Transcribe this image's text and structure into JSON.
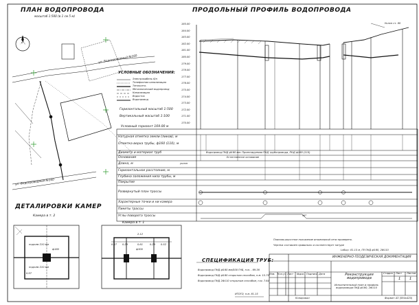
{
  "titles": {
    "plan": "ПЛАН ВОДОПРОВОДА",
    "plan_scale": "масштаб 1:500 (в 1 см 5 м)",
    "profile": "ПРОДОЛЬНЫЙ ПРОФИЛЬ ВОДОПРОВОДА",
    "details": "ДЕТАЛИРОВКИ КАМЕР",
    "spec": "СПЕЦИФИКАЦИЯ ТРУБ:"
  },
  "north": "N",
  "legend": {
    "heading": "УСЛОВНЫЕ ОБОЗНАЧЕНИЯ:",
    "items": [
      "Электрокабель 6/н",
      "Телефонная канализация",
      "Теплосеть",
      "Металлический водопровод",
      "Канализация",
      "Водосток",
      "Водопровод"
    ],
    "h_scale": "Горизонтальный масштаб 1:500",
    "v_scale": "Вертикальный масштаб 1:100",
    "horizon": "Условный горизонт 169.00 м"
  },
  "plan_labels": {
    "street_top": "ул. Водопроводный №160",
    "street_bottom": "ул. Водопроводный №160"
  },
  "profile": {
    "elev_ticks": [
      "185.00",
      "184.00",
      "183.00",
      "182.00",
      "181.00",
      "180.00",
      "179.00",
      "178.00",
      "177.00",
      "176.00",
      "175.00",
      "174.00",
      "173.00",
      "172.00",
      "171.00",
      "170.00"
    ],
    "rows": [
      "Натурная отметка земли (ликов), м",
      "Отметка верха трубы, ф160 (110), м",
      "Диаметр и материал труб",
      "Основание",
      "Длина, м",
      "Горизонтальное расстояние, м",
      "Глубина заложения низа трубы, м",
      "Покрытие",
      "Развернутый план трассы",
      "Характерные точки и ни камера",
      "Пикеты трассы",
      "Углы поворота трассы"
    ],
    "pipe_note": "Водопровод ПНД ф160 мм. Проектируемая ПНД трубопровода, ПНД ф160 (110)",
    "base_note": "Естественное основание",
    "uklon": "уклон",
    "length_total": "96°",
    "label_top": "Уклон ст. 80"
  },
  "chambers": {
    "cam2_title": "Камера в т. 2",
    "cam1_title": "Камера в т. 1",
    "cam2_labels": [
      "ф160",
      "подъем 210 мм",
      "подъем 210 мм",
      "0.97"
    ],
    "cam1_dims": [
      "2.12",
      "0.47",
      "0.29",
      "0.61",
      "0.29",
      "0.52",
      "ф300"
    ]
  },
  "spec": {
    "lines": [
      "Водопровод ПНД ф160 мм/500 ГНБ, п.м. - 69.36",
      "Водопровод ПНД ф160 открытым способом, п.м. 15.75",
      "Водопровод ПНД 2Ф110 открытым способом, п.м. 7.64"
    ],
    "total": "ИТОГО, п.м. 81.15"
  },
  "notes": {
    "line1": "Планово-высотное положение инженерной сети проверено.",
    "line2": "Чертеж составлен правильно и соответствует натуре",
    "length": "Lобщ= 81.15 м, ГВ ПНД ф160, 2Ф110"
  },
  "title_block": {
    "org": "ИНЖЕНЕРНО-ГЕОДЕЗИЧЕСКАЯ ДОКУМЕНТАЦИЯ",
    "object": "Реконструкция водопровода",
    "drawing": "Исполнительный план и профиль водопровода ПНД ф160, 2Ф110",
    "stage_h": "Стадия",
    "sheet_h": "Лист",
    "sheets_h": "Листов",
    "sheet": "1",
    "sheets": "1",
    "bottom_left": "Копировал",
    "bottom_right": "Формат А3 (594х420)",
    "cols": [
      "Изм.",
      "Кол.уч",
      "Лист",
      "№док.",
      "Подпись",
      "Дата"
    ]
  }
}
